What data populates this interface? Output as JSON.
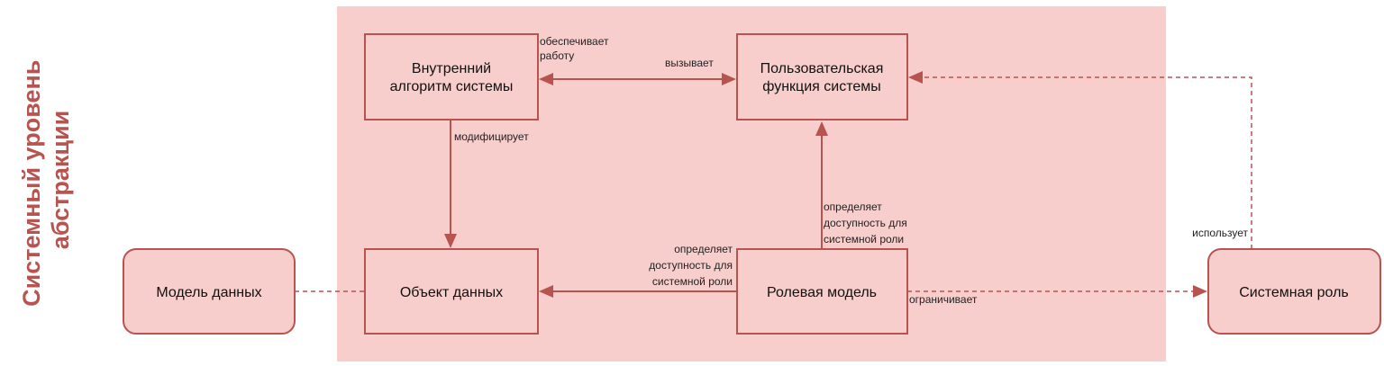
{
  "title": {
    "line1": "Системный уровень",
    "line2": "абстракции"
  },
  "colors": {
    "fill": "#f8cecc",
    "stroke": "#b85450"
  },
  "nodes": {
    "algorithm": [
      "Внутренний",
      "алгоритм системы"
    ],
    "user_function": [
      "Пользовательская",
      "функция системы"
    ],
    "data_object": "Объект данных",
    "role_model": "Ролевая модель",
    "data_model": "Модель данных",
    "system_role": "Системная роль"
  },
  "edges": {
    "provides": [
      "обеспечивает",
      "работу"
    ],
    "calls": "вызывает",
    "modifies": "модифицирует",
    "defines_fn": [
      "определяет",
      "доступность для",
      "системной роли"
    ],
    "defines_obj": [
      "определяет",
      "доступность для",
      "системной роли"
    ],
    "restricts": "ограничивает",
    "uses": "использует"
  }
}
